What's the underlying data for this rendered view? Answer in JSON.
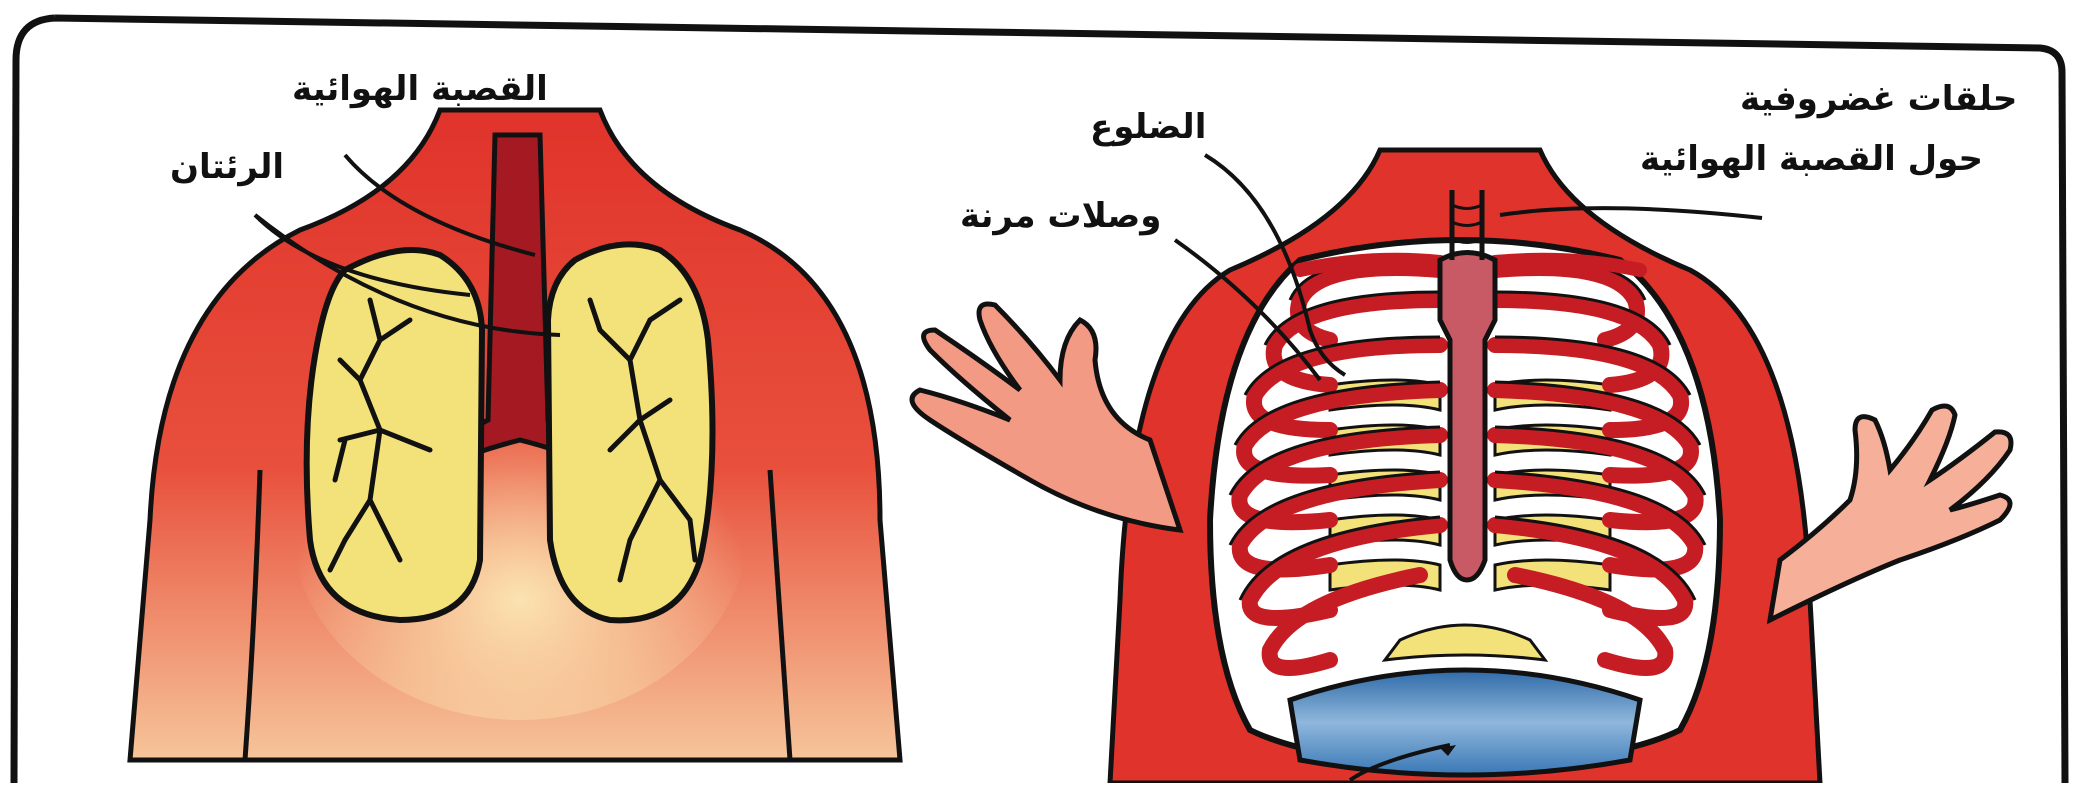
{
  "labels": {
    "trachea": "القصبة الهوائية",
    "lungs": "الرئتان",
    "ribs": "الضلوع",
    "flexible_joints": "وصلات مرنة",
    "cartilage_rings_line1": "حلقات غضروفية",
    "cartilage_rings_line2": "حول القصبة الهوائية"
  },
  "colors": {
    "body": "#e0332b",
    "body_dark": "#c41f1e",
    "skin_light": "#f4a08a",
    "lung": "#f3e27a",
    "ribs": "#c51d23",
    "sternum": "#c85a66",
    "diaphragm": "#4a86c0",
    "bones_white": "#ffffff",
    "outline": "#111111"
  },
  "icons": {
    "left_figure": "torso-with-lungs-icon",
    "right_figure": "torso-with-ribcage-icon"
  }
}
